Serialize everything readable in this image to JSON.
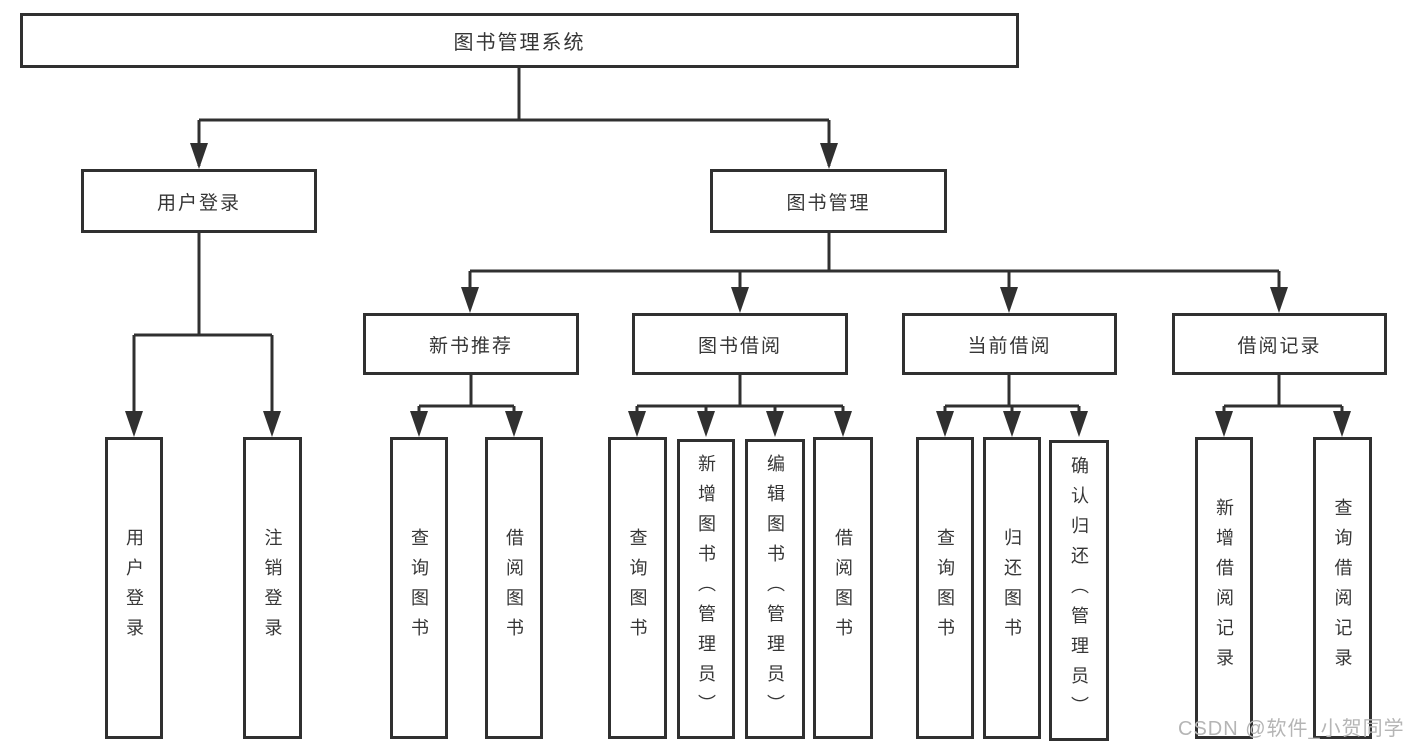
{
  "tree": {
    "root": {
      "label": "图书管理系统",
      "children": [
        {
          "label": "用户登录",
          "children": [
            {
              "label": "用户登录"
            },
            {
              "label": "注销登录"
            }
          ]
        },
        {
          "label": "图书管理",
          "children": [
            {
              "label": "新书推荐",
              "children": [
                {
                  "label": "查询图书"
                },
                {
                  "label": "借阅图书"
                }
              ]
            },
            {
              "label": "图书借阅",
              "children": [
                {
                  "label": "查询图书"
                },
                {
                  "label": "新增图书（管理员）"
                },
                {
                  "label": "编辑图书（管理员）"
                },
                {
                  "label": "借阅图书"
                }
              ]
            },
            {
              "label": "当前借阅",
              "children": [
                {
                  "label": "查询图书"
                },
                {
                  "label": "归还图书"
                },
                {
                  "label": "确认归还（管理员）"
                }
              ]
            },
            {
              "label": "借阅记录",
              "children": [
                {
                  "label": "新增借阅记录"
                },
                {
                  "label": "查询借阅记录"
                }
              ]
            }
          ]
        }
      ]
    }
  },
  "watermark": {
    "text": "CSDN @软件_小贺同学"
  },
  "colors": {
    "line": "#303030",
    "text": "#363636",
    "watermark": "#b5b5b5",
    "background": "#ffffff"
  }
}
